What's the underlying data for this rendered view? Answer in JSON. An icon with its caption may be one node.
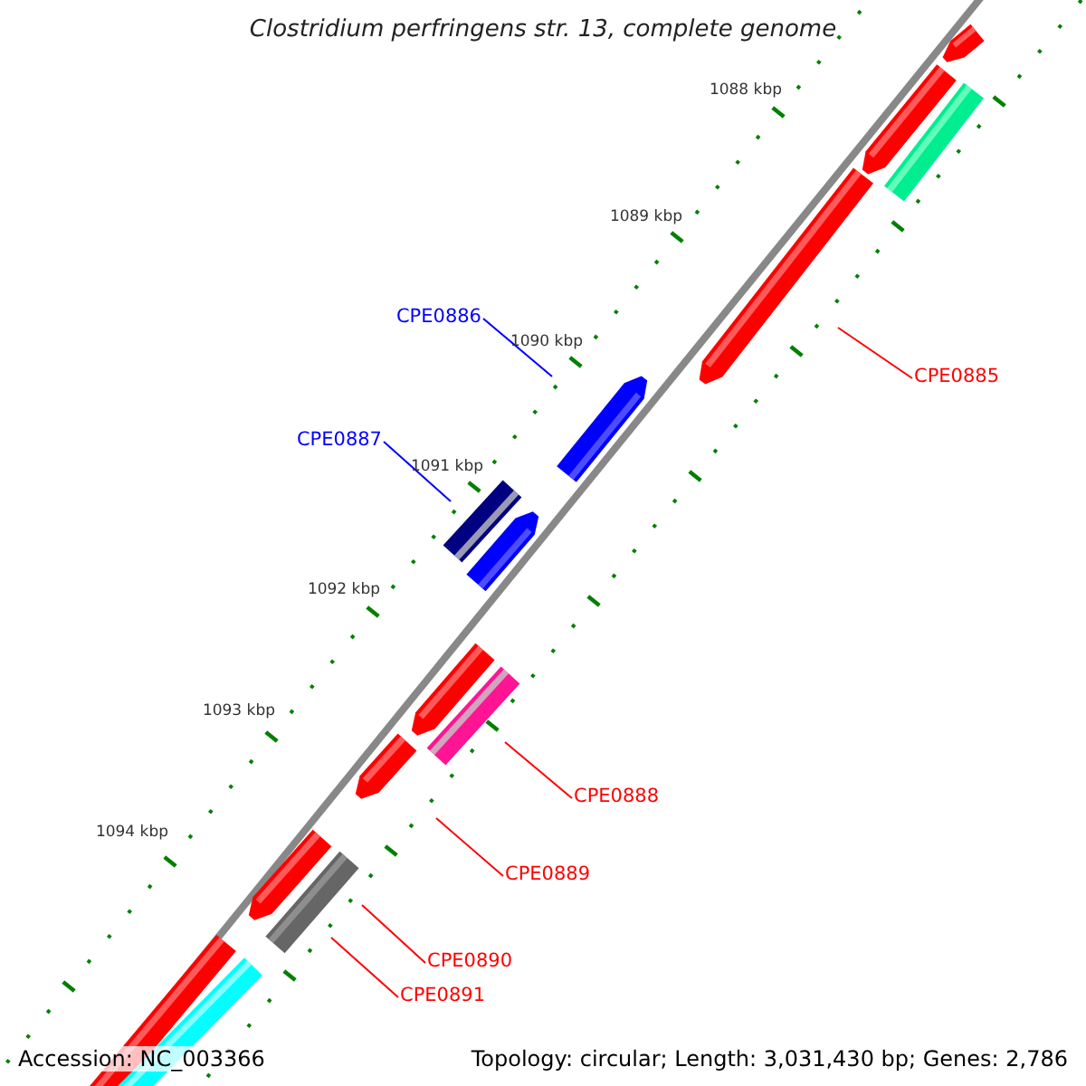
{
  "diagram": {
    "title": "Clostridium perfringens str. 13, complete genome",
    "nodes": [
      {
        "text": [
          "CPE0885"
        ]
      },
      {
        "text": [
          "CPE0886"
        ]
      },
      {
        "text": [
          "CPE0887"
        ]
      },
      {
        "text": [
          "CPE0888"
        ]
      },
      {
        "text": [
          "CPE0889"
        ]
      },
      {
        "text": [
          "CPE0890"
        ]
      },
      {
        "text": [
          "CPE0891"
        ]
      }
    ],
    "edges": [
      {
        "from": 0,
        "to": null,
        "arrow": "none"
      },
      {
        "from": 1,
        "to": null,
        "arrow": "none",
        "color": "#0000ff"
      },
      {
        "from": 2,
        "to": null,
        "arrow": "none",
        "color": "#0000ff"
      },
      {
        "from": 3,
        "to": null,
        "arrow": "none"
      },
      {
        "from": 4,
        "to": null,
        "arrow": "none"
      },
      {
        "from": 5,
        "to": null,
        "arrow": "none"
      },
      {
        "from": 6,
        "to": null,
        "arrow": "none"
      }
    ],
    "labels": [
      "1088 kbp",
      "1089 kbp",
      "1090 kbp",
      "1091 kbp",
      "1092 kbp",
      "1093 kbp",
      "1094 kbp",
      "Accession: NC_003366",
      "Topology: circular; Length: 3,031,430 bp; Genes: 2,786"
    ]
  }
}
